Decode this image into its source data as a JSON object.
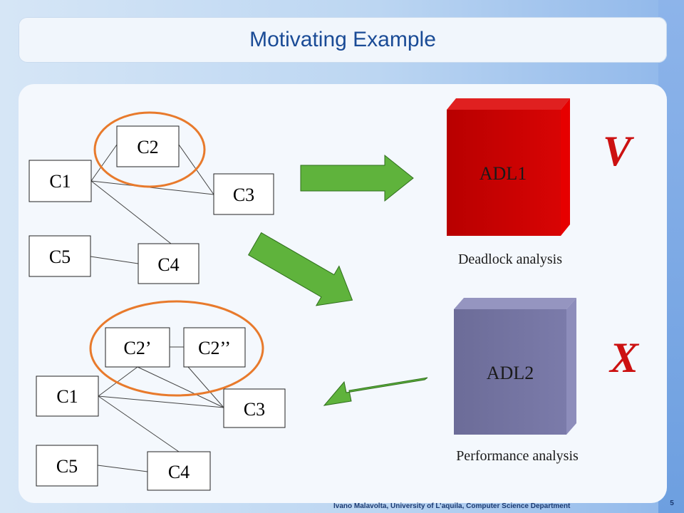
{
  "title": "Motivating Example",
  "top_diagram": {
    "c1": "C1",
    "c2": "C2",
    "c3": "C3",
    "c4": "C4",
    "c5": "C5"
  },
  "bottom_diagram": {
    "c1": "C1",
    "c2a": "C2’",
    "c2b": "C2’’",
    "c3": "C3",
    "c4": "C4",
    "c5": "C5"
  },
  "adl1": {
    "label": "ADL1",
    "caption": "Deadlock analysis",
    "result_mark": "V",
    "color": "#cc0000"
  },
  "adl2": {
    "label": "ADL2",
    "caption": "Performance analysis",
    "result_mark": "X",
    "color": "#73739f"
  },
  "colors": {
    "ellipse": "#e87a2c",
    "arrow": "#5fb33c",
    "mark": "#cc1111"
  },
  "footer": "Ivano Malavolta, University of L’aquila, Computer Science Department",
  "page_number": "5"
}
